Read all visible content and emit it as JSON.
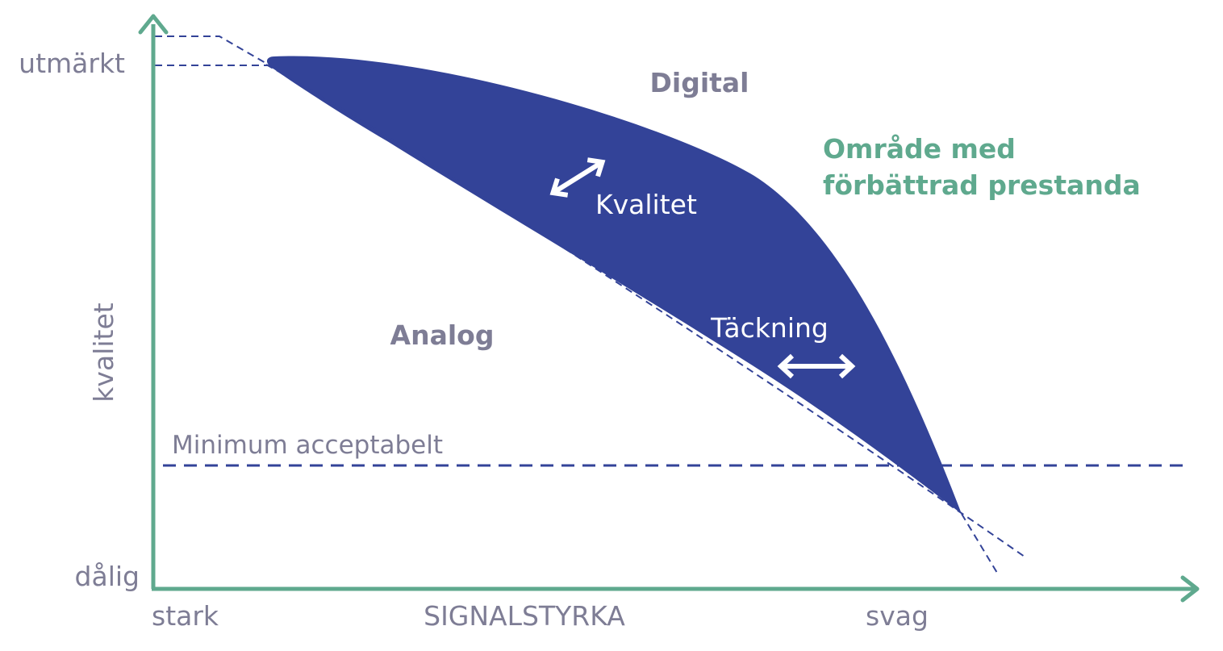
{
  "colors": {
    "axis": "#5fa98e",
    "label_gray": "#7e7d95",
    "region_fill": "#334398",
    "dashed_line": "#334398",
    "callout_green": "#5fa98e",
    "arrow_white": "#ffffff",
    "background": "#ffffff"
  },
  "axes": {
    "y_label": "kvalitet",
    "y_top": "utmärkt",
    "y_bottom": "dålig",
    "x_label": "SIGNALSTYRKA",
    "x_left": "stark",
    "x_right": "svag"
  },
  "regions": {
    "digital": "Digital",
    "analog": "Analog"
  },
  "improved_area": {
    "line1": "Område med",
    "line2": "förbättrad prestanda"
  },
  "inner_labels": {
    "quality": "Kvalitet",
    "coverage": "Täckning"
  },
  "threshold": {
    "label": "Minimum acceptabelt"
  },
  "icons": {
    "quality_arrow": "double-arrow-diagonal-icon",
    "coverage_arrow": "double-arrow-horizontal-icon"
  }
}
